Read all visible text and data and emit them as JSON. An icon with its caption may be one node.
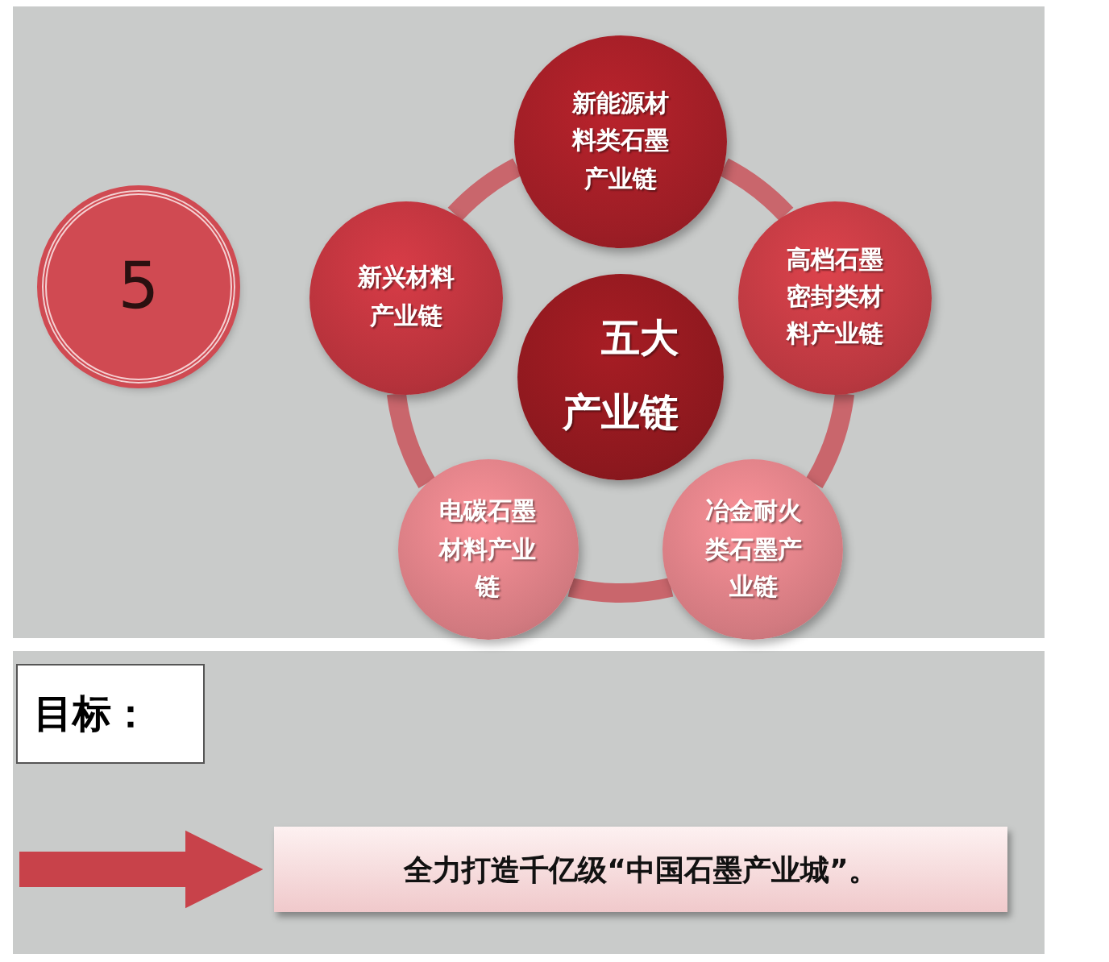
{
  "diagram": {
    "nodes": [
      {
        "text": [
          "5"
        ]
      },
      {
        "text": [
          "新能源材料类石墨产业链"
        ]
      },
      {
        "text": [
          "新兴材料产业链"
        ]
      },
      {
        "text": [
          "五大产业链"
        ]
      },
      {
        "text": [
          "高档石墨密封类材料产业链"
        ]
      },
      {
        "text": [
          "电碳石墨材料产业链"
        ]
      },
      {
        "text": [
          "冶金耐火类石墨产业链"
        ]
      },
      {
        "text": [
          "目标："
        ]
      },
      {
        "text": [
          "全力打造千亿级“中国石墨产业城”。"
        ]
      }
    ],
    "edges": [
      {
        "from": 1,
        "to": 4,
        "arrow": "none"
      },
      {
        "from": 4,
        "to": 6,
        "arrow": "none"
      },
      {
        "from": 6,
        "to": 5,
        "arrow": "none"
      },
      {
        "from": 5,
        "to": 2,
        "arrow": "none"
      },
      {
        "from": 2,
        "to": 1,
        "arrow": "none"
      },
      {
        "from": null,
        "to": 8,
        "arrow": "to",
        "style": "thick"
      }
    ]
  }
}
